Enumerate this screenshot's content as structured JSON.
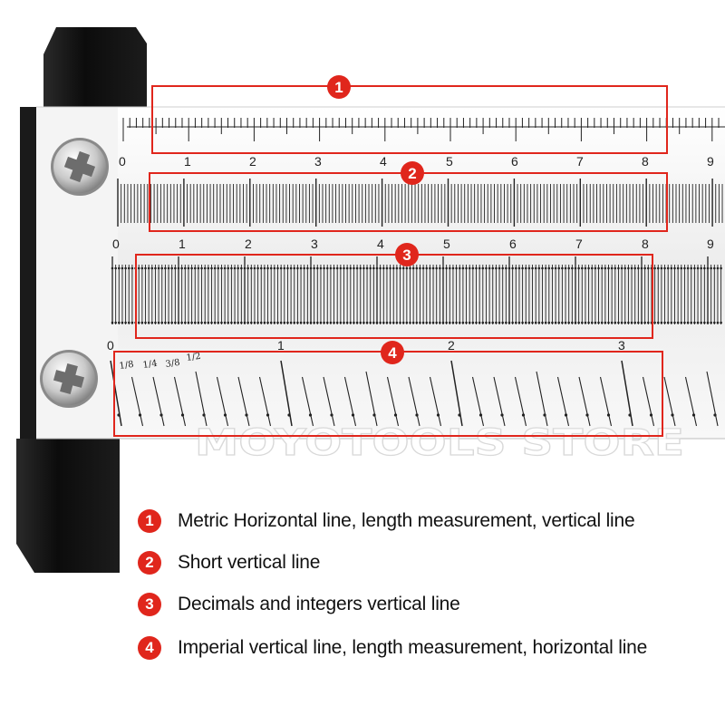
{
  "ruler": {
    "cm_scale_1": [
      "0",
      "1",
      "2",
      "3",
      "4",
      "5",
      "6",
      "7",
      "8",
      "9"
    ],
    "cm_scale_2": [
      "0",
      "1",
      "2",
      "3",
      "4",
      "5",
      "6",
      "7",
      "8",
      "9"
    ],
    "inch_scale": [
      "0",
      "1",
      "2",
      "3"
    ],
    "inch_fractions": [
      "1/8",
      "1/4",
      "3/8",
      "1/2"
    ]
  },
  "callouts": [
    "1",
    "2",
    "3",
    "4"
  ],
  "watermark": "MOYOTOOLS STORE",
  "legend": [
    {
      "num": "1",
      "text": "Metric Horizontal line, length measurement, vertical line"
    },
    {
      "num": "2",
      "text": "Short vertical line"
    },
    {
      "num": "3",
      "text": "Decimals and integers vertical line"
    },
    {
      "num": "4",
      "text": "Imperial vertical line, length measurement, horizontal line"
    }
  ],
  "colors": {
    "accent": "#e0261c",
    "handle": "#141414",
    "steel": "#f1f1f1"
  }
}
